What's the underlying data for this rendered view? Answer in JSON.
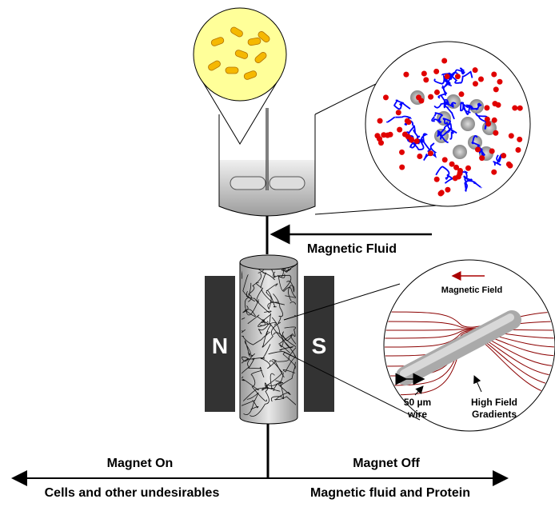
{
  "labels": {
    "magnetic_fluid": "Magnetic Fluid",
    "north": "N",
    "south": "S",
    "magnetic_field": "Magnetic Field",
    "wire_size": "50 µm",
    "wire": "wire",
    "high_field": "High Field",
    "gradients": "Gradients",
    "magnet_on": "Magnet On",
    "magnet_off": "Magnet Off",
    "left_output": "Cells and other undesirables",
    "right_output": "Magnetic fluid and Protein"
  },
  "colors": {
    "cells": "#f5b800",
    "culture": "#ffff99",
    "polymer": "#0000ff",
    "dots": "#e00000",
    "field_lines": "#8b0000",
    "magnet": "#333333"
  }
}
